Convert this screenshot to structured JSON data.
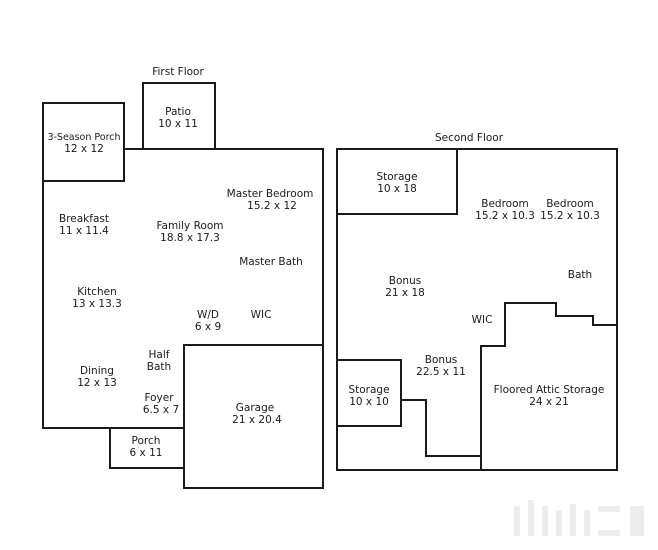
{
  "first_floor": {
    "title": "First Floor",
    "rooms": [
      {
        "key": "patio",
        "name": "Patio",
        "size": "10 x 11"
      },
      {
        "key": "three_season_porch",
        "name": "3-Season Porch",
        "size": "12 x 12"
      },
      {
        "key": "breakfast",
        "name": "Breakfast",
        "size": "11 x 11.4"
      },
      {
        "key": "family_room",
        "name": "Family Room",
        "size": "18.8 x 17.3"
      },
      {
        "key": "master_bedroom",
        "name": "Master Bedroom",
        "size": "15.2 x 12"
      },
      {
        "key": "master_bath",
        "name": "Master Bath",
        "size": ""
      },
      {
        "key": "kitchen",
        "name": "Kitchen",
        "size": "13 x 13.3"
      },
      {
        "key": "wd",
        "name": "W/D",
        "size": "6 x 9"
      },
      {
        "key": "wic",
        "name": "WIC",
        "size": ""
      },
      {
        "key": "half_bath_1",
        "name": "Half",
        "size": "Bath"
      },
      {
        "key": "dining",
        "name": "Dining",
        "size": "12 x 13"
      },
      {
        "key": "foyer",
        "name": "Foyer",
        "size": "6.5 x 7"
      },
      {
        "key": "garage",
        "name": "Garage",
        "size": "21 x 20.4"
      },
      {
        "key": "porch",
        "name": "Porch",
        "size": "6 x 11"
      }
    ]
  },
  "second_floor": {
    "title": "Second Floor",
    "rooms": [
      {
        "key": "storage_top",
        "name": "Storage",
        "size": "10 x 18"
      },
      {
        "key": "bedroom_1",
        "name": "Bedroom",
        "size": "15.2 x 10.3"
      },
      {
        "key": "bedroom_2",
        "name": "Bedroom",
        "size": "15.2 x 10.3"
      },
      {
        "key": "bath",
        "name": "Bath",
        "size": ""
      },
      {
        "key": "bonus_1",
        "name": "Bonus",
        "size": "21 x 18"
      },
      {
        "key": "wic",
        "name": "WIC",
        "size": ""
      },
      {
        "key": "bonus_2",
        "name": "Bonus",
        "size": "22.5 x 11"
      },
      {
        "key": "storage_bottom",
        "name": "Storage",
        "size": "10 x 10"
      },
      {
        "key": "attic_storage",
        "name": "Floored Attic Storage",
        "size": "24 x 21"
      }
    ]
  }
}
